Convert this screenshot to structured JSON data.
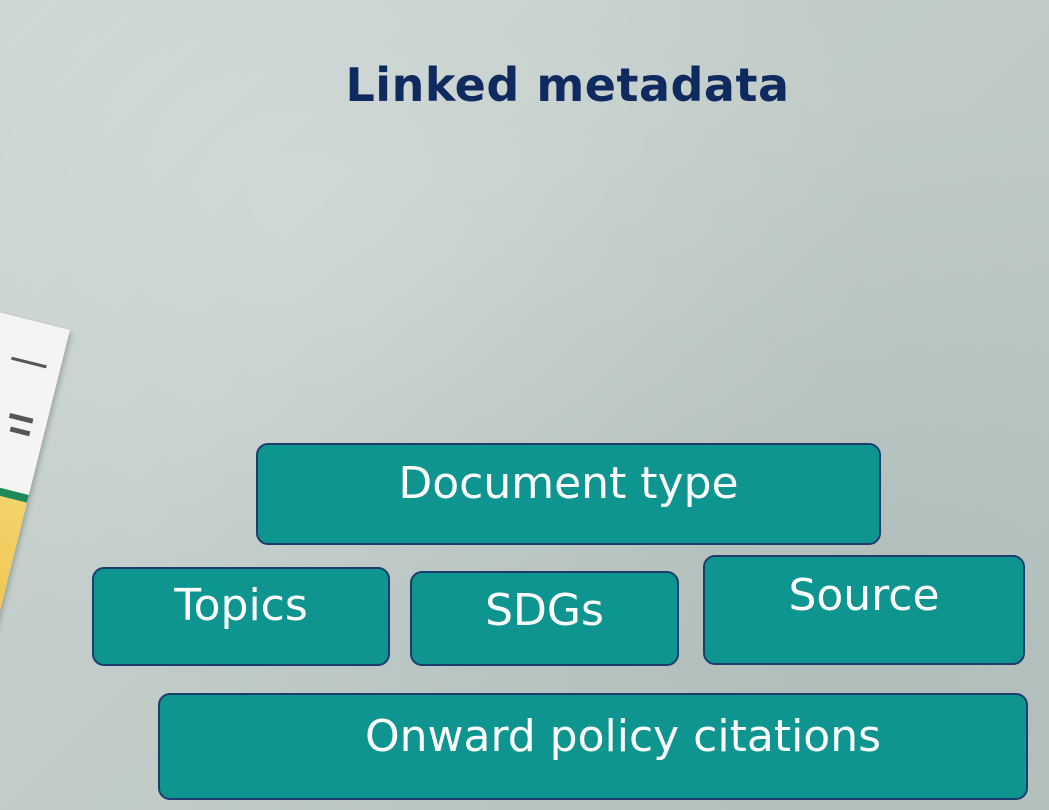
{
  "slide": {
    "title": "Linked metadata",
    "colors": {
      "title": "#0f2a5e",
      "tag_fill": "#0e9590",
      "tag_border": "#1b3d6e",
      "tag_text": "#ffffff"
    },
    "tags": {
      "document_type": "Document type",
      "topics": "Topics",
      "sdgs": "SDGs",
      "source": "Source",
      "onward_citations": "Onward policy citations"
    }
  }
}
